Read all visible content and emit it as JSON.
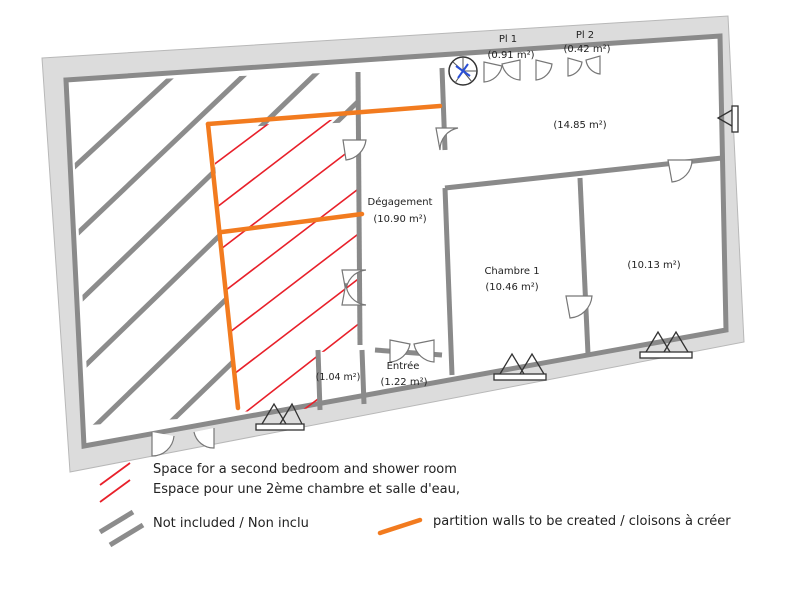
{
  "rooms": {
    "pl1_name": "Pl 1",
    "pl1_area": "(0.91 m²)",
    "pl2_name": "Pl 2",
    "pl2_area": "(0.42 m²)",
    "living_area": "(14.85 m²)",
    "degagement_name": "Dégagement",
    "degagement_area": "(10.90 m²)",
    "chambre1_name": "Chambre 1",
    "chambre1_area": "(10.46 m²)",
    "room_area": "(10.13 m²)",
    "wc_area": "(1.04 m²)",
    "entree_name": "Entrée",
    "entree_area": "(1.22 m²)"
  },
  "legend": {
    "red_en": "Space for a second bedroom and shower room",
    "red_fr": "Espace pour une 2ème chambre et salle d'eau,",
    "grey": "Not included  / Non inclu",
    "orange": "partition walls to be created / cloisons à créer"
  },
  "colors": {
    "wall_fill": "#dcdcdc",
    "wall_dark": "#8a8a8a",
    "red_hatch": "#e8202a",
    "grey_hatch": "#8c8c8c",
    "orange": "#f27b1f"
  }
}
